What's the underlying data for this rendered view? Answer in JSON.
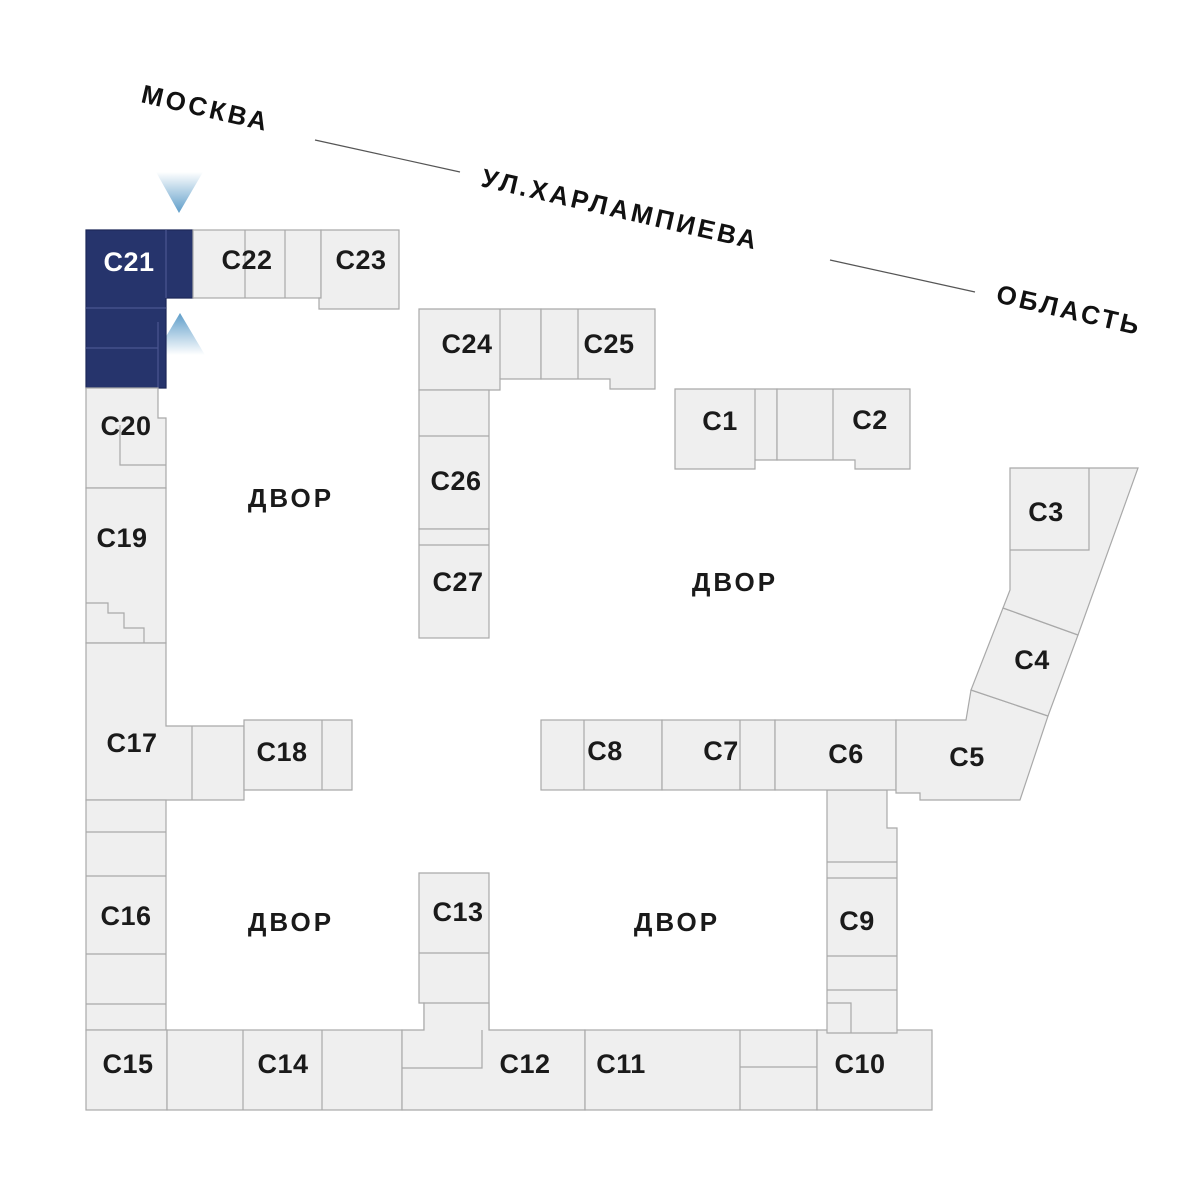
{
  "street": {
    "city": "МОСКВА",
    "name": "УЛ.ХАРЛАМПИЕВА",
    "region": "ОБЛАСТЬ"
  },
  "yards": [
    "ДВОР",
    "ДВОР",
    "ДВОР",
    "ДВОР"
  ],
  "sections": {
    "c1": "С1",
    "c2": "С2",
    "c3": "С3",
    "c4": "С4",
    "c5": "С5",
    "c6": "С6",
    "c7": "С7",
    "c8": "С8",
    "c9": "С9",
    "c10": "С10",
    "c11": "С11",
    "c12": "С12",
    "c13": "С13",
    "c14": "С14",
    "c15": "С15",
    "c16": "С16",
    "c17": "С17",
    "c18": "С18",
    "c19": "С19",
    "c20": "С20",
    "c21": "С21",
    "c22": "С22",
    "c23": "С23",
    "c24": "С24",
    "c25": "С25",
    "c26": "С26",
    "c27": "С27"
  },
  "selected_section": "С21",
  "colors": {
    "selected": "#26346c",
    "building": "#efefef",
    "outline": "#a9a9a9",
    "entrance_marker": "#6fa8cf"
  },
  "icons": [
    "entrance-arrow-down-icon",
    "entrance-arrow-up-icon"
  ]
}
